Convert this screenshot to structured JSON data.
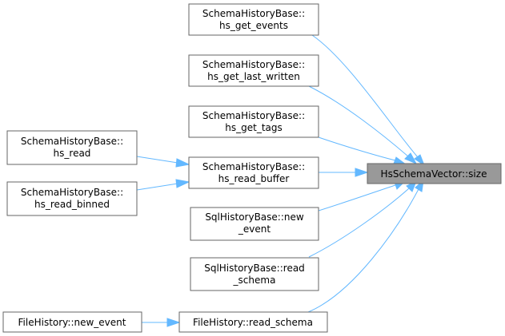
{
  "colors": {
    "edge": "#63b8ff",
    "node_border": "#666666",
    "target_fill": "#999999",
    "node_fill": "#ffffff"
  },
  "nodes": {
    "get_events": [
      "SchemaHistoryBase::",
      "hs_get_events"
    ],
    "get_last_written": [
      "SchemaHistoryBase::",
      "hs_get_last_written"
    ],
    "get_tags": [
      "SchemaHistoryBase::",
      "hs_get_tags"
    ],
    "hs_read": [
      "SchemaHistoryBase::",
      "hs_read"
    ],
    "read_buffer": [
      "SchemaHistoryBase::",
      "hs_read_buffer"
    ],
    "read_binned": [
      "SchemaHistoryBase::",
      "hs_read_binned"
    ],
    "sql_new_event": [
      "SqlHistoryBase::new",
      "_event"
    ],
    "sql_read_schema": [
      "SqlHistoryBase::read",
      "_schema"
    ],
    "file_new_event": [
      "FileHistory::new_event"
    ],
    "file_read_schema": [
      "FileHistory::read_schema"
    ],
    "target": [
      "HsSchemaVector::size"
    ]
  }
}
